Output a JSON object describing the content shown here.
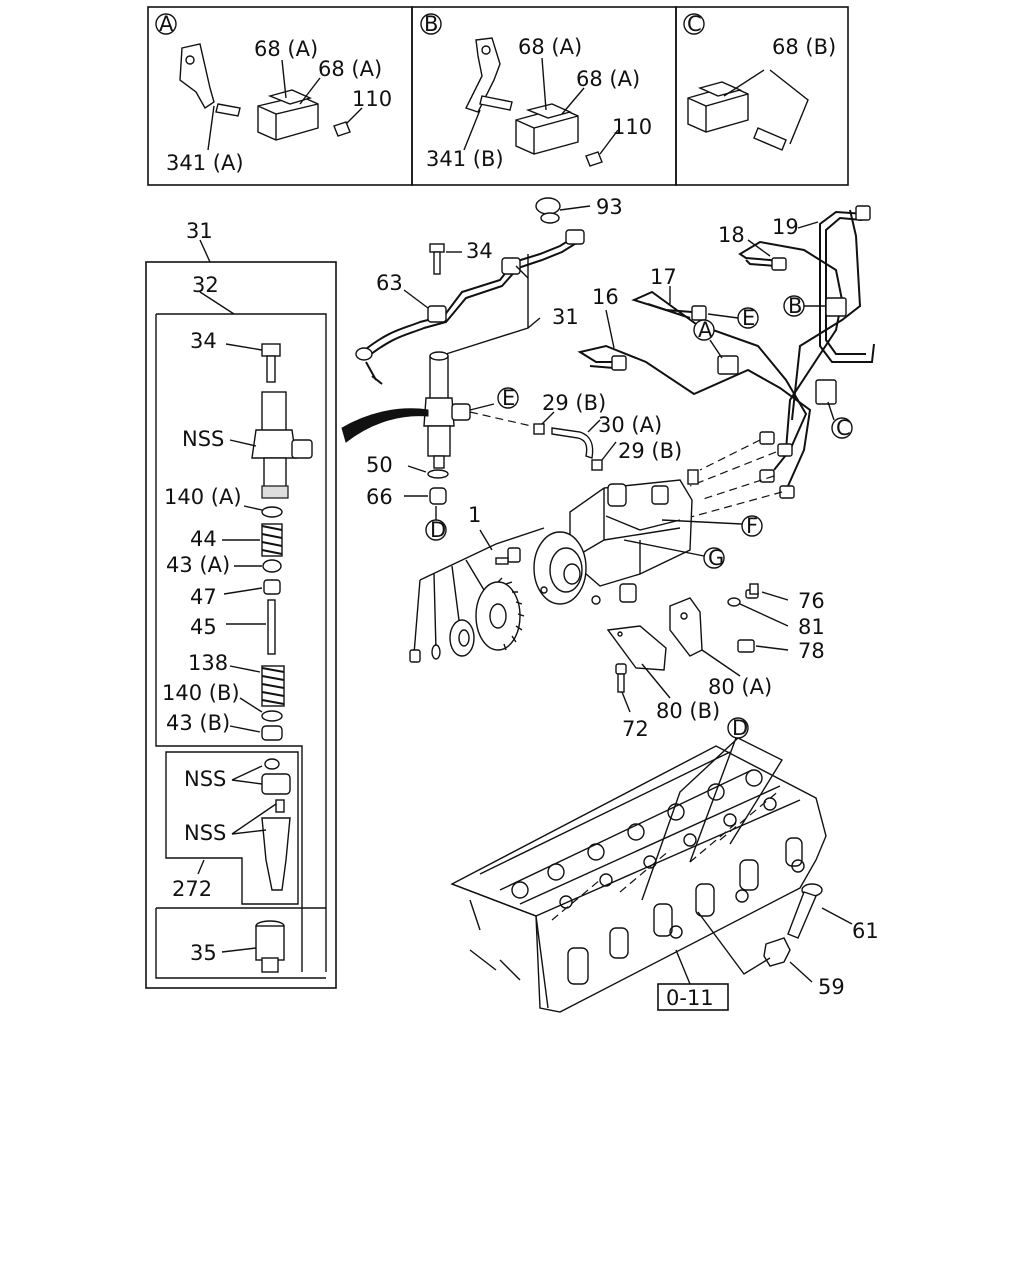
{
  "detail_boxes": {
    "a": {
      "marker": "A",
      "labels": [
        "68 (A)",
        "68 (A)",
        "110",
        "341 (A)"
      ]
    },
    "b": {
      "marker": "B",
      "labels": [
        "68 (A)",
        "68 (A)",
        "110",
        "341 (B)"
      ]
    },
    "c": {
      "marker": "C",
      "labels": [
        "68 (B)"
      ]
    }
  },
  "callouts": {
    "c93": "93",
    "c34": "34",
    "c63": "63",
    "c31": "31",
    "c31b": "31",
    "c32": "32",
    "c19": "19",
    "c18": "18",
    "c17": "17",
    "c16": "16",
    "c29b1": "29 (B)",
    "c30a": "30 (A)",
    "c29b2": "29 (B)",
    "c50": "50",
    "c66": "66",
    "c1": "1",
    "c76": "76",
    "c81": "81",
    "c78": "78",
    "c80a": "80 (A)",
    "c80b": "80 (B)",
    "c72": "72",
    "c61": "61",
    "c59": "59",
    "ref011": "0-11"
  },
  "markers": {
    "A": "A",
    "B": "B",
    "C": "C",
    "D": "D",
    "E": "E",
    "F": "F",
    "G": "G"
  },
  "injector_labels": {
    "l34": "34",
    "nss1": "NSS",
    "l140a": "140 (A)",
    "l44": "44",
    "l43a": "43 (A)",
    "l47": "47",
    "l45": "45",
    "l138": "138",
    "l140b": "140 (B)",
    "l43b": "43 (B)",
    "nss2": "NSS",
    "nss3": "NSS",
    "l272": "272",
    "l35": "35"
  }
}
